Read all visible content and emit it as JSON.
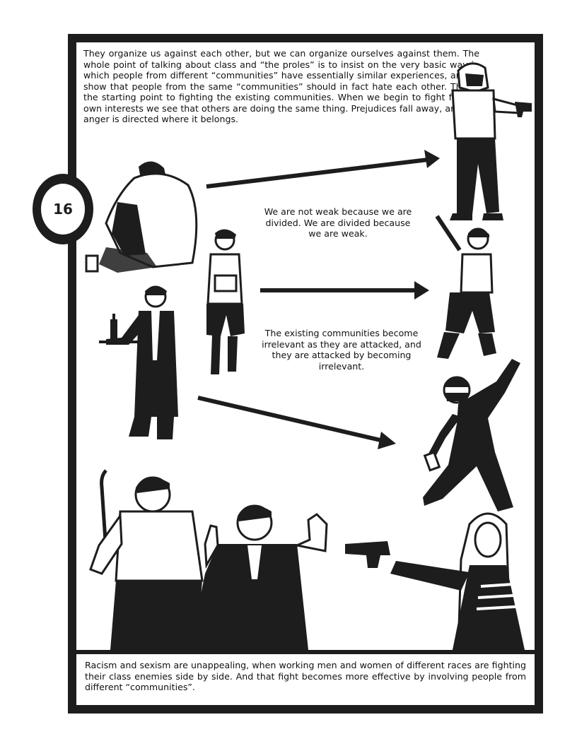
{
  "page": {
    "number": "16",
    "intro_text": "They organize us against each other, but we can organize ourselves against them. The whole point of talking about class and “the proles” is to insist on the very basic way in which people from different “communities” have essentially similar experiences, and to show that people from the same “communities” should in fact hate each other. This is the starting point to fighting the existing communities. When we begin to fight for our own interests we see that others are doing the same thing. Prejudices fall away, and our anger is directed where it belongs.",
    "quote_1": "We are not weak because we are divided. We are divided because we are weak.",
    "quote_2": "The existing communities become irrelevant as they are attacked, and they are attacked by becoming irrelevant.",
    "caption": "Racism and sexism are unappealing, when working men and women of different races are fighting their class enemies side by side. And that fight becomes more effective by involving people from different “communities”."
  },
  "colors": {
    "ink": "#1d1d1d",
    "paper": "#ffffff"
  },
  "illustrations": [
    "hooded-person-with-gun",
    "hooded-beggar-sitting",
    "student-with-books",
    "person-with-bat",
    "waiter-with-tray",
    "masked-person-throwing-bottle",
    "man-with-crowbar",
    "man-in-suit-hands-up",
    "woman-pointing-gun"
  ]
}
